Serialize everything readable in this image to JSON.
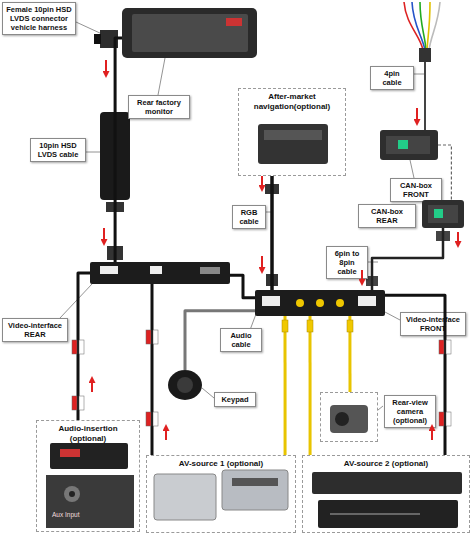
{
  "diagram": {
    "nodes": [
      {
        "text": [
          "Female 10pin HSD LVDS connector vehicle harness"
        ]
      },
      {
        "text": [
          "Rear factory monitor"
        ]
      },
      {
        "text": [
          "10pin HSD LVDS cable"
        ]
      },
      {
        "text": [
          "After-market navigation(optional)"
        ]
      },
      {
        "text": [
          "4pin cable"
        ]
      },
      {
        "text": [
          "CAN-box FRONT"
        ]
      },
      {
        "text": [
          "CAN-box REAR"
        ]
      },
      {
        "text": [
          "RGB cable"
        ]
      },
      {
        "text": [
          "6pin to 8pin cable"
        ]
      },
      {
        "text": [
          "Video-interface REAR"
        ]
      },
      {
        "text": [
          "Video-interface FRONT"
        ]
      },
      {
        "text": [
          "Audio cable"
        ]
      },
      {
        "text": [
          "Keypad"
        ]
      },
      {
        "text": [
          "Rear-view camera (optional)"
        ]
      },
      {
        "text": [
          "Audio-insertion (optional)"
        ]
      },
      {
        "text": [
          "AV-source 1 (optional)"
        ]
      },
      {
        "text": [
          "AV-source 2 (optional)"
        ]
      }
    ],
    "edges": [
      {
        "from": 1,
        "to": 9,
        "arrow": "none"
      },
      {
        "from": 3,
        "to": 10,
        "arrow": "none"
      },
      {
        "from": 5,
        "to": 6,
        "arrow": "none"
      },
      {
        "from": 6,
        "to": 10,
        "arrow": "none"
      },
      {
        "from": 9,
        "to": 10,
        "arrow": "none"
      },
      {
        "from": 12,
        "to": 10,
        "arrow": "none"
      },
      {
        "from": 13,
        "to": 10,
        "arrow": "none"
      },
      {
        "from": 14,
        "to": 9,
        "arrow": "none"
      },
      {
        "from": 15,
        "to": 9,
        "arrow": "none"
      },
      {
        "from": 15,
        "to": 10,
        "arrow": "none"
      },
      {
        "from": 16,
        "to": 10,
        "arrow": "none"
      },
      {
        "from": 16,
        "to": 10,
        "arrow": "none"
      }
    ],
    "labels": [
      "Aux Input"
    ]
  }
}
